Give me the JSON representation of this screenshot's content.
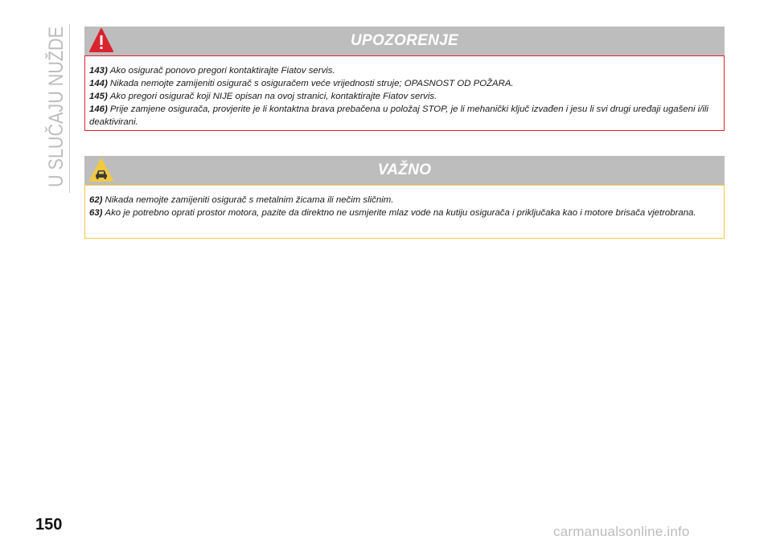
{
  "sidebar": {
    "section_title": "U SLUČAJU NUŽDE"
  },
  "colors": {
    "warning_border": "#d9232e",
    "important_border": "#f1c842",
    "header_background": "#bdbdbd",
    "warning_icon": "#d9232e",
    "important_icon": "#f1c842"
  },
  "warning": {
    "icon": "warning-triangle-icon",
    "title": "UPOZORENJE",
    "items": [
      {
        "num": "143)",
        "text": "Ako osigurač ponovo pregori kontaktirajte Fiatov servis."
      },
      {
        "num": "144)",
        "text": "Nikada nemojte zamijeniti osigurač s osiguračem veće vrijednosti struje; OPASNOST OD POŽARA."
      },
      {
        "num": "145)",
        "text": "Ako pregori osigurač koji NIJE opisan na ovoj stranici, kontaktirajte Fiatov servis."
      },
      {
        "num": "146)",
        "text": "Prije zamjene osigurača, provjerite je li kontaktna brava prebačena u položaj STOP, je li mehanički ključ izvađen i jesu li svi drugi uređaji ugašeni i/ili deaktivirani."
      }
    ]
  },
  "important": {
    "icon": "car-caution-icon",
    "title": "VAŽNO",
    "items": [
      {
        "num": "62)",
        "text": "Nikada nemojte zamijeniti osigurač s metalnim žicama ili nečim sličnim."
      },
      {
        "num": "63)",
        "text": "Ako je potrebno oprati prostor motora, pazite da direktno ne usmjerite mlaz vode na kutiju osigurača i priključaka kao i motore brisača vjetrobrana."
      }
    ]
  },
  "footer": {
    "page_number": "150",
    "watermark": "carmanualsonline.info"
  }
}
